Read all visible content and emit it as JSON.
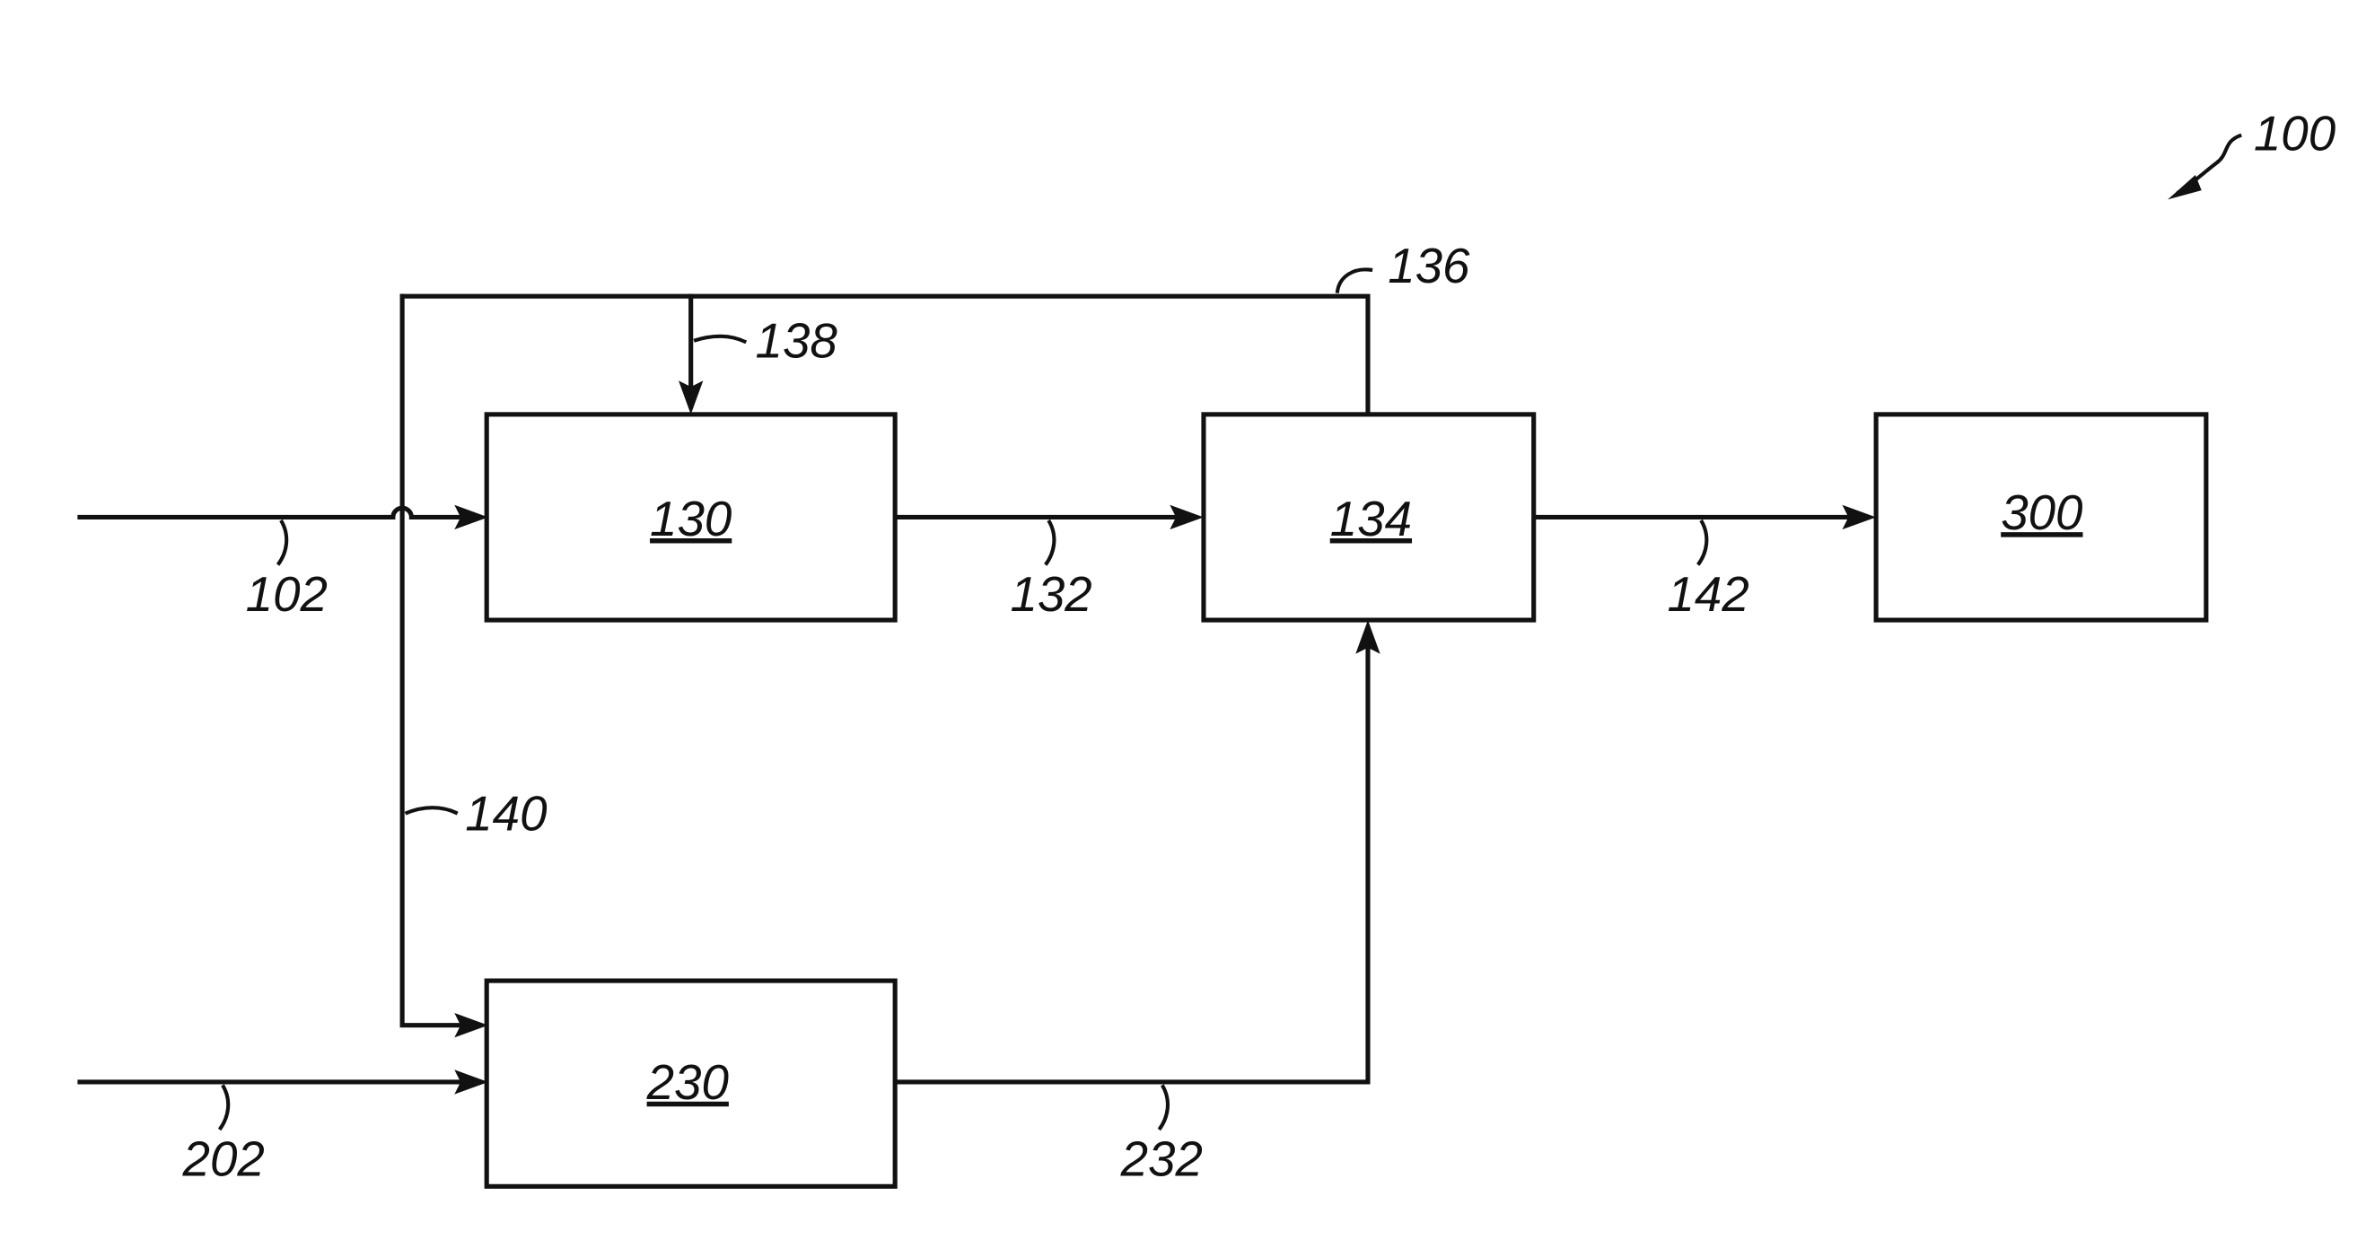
{
  "figure": {
    "ref": "100"
  },
  "boxes": {
    "b130": "130",
    "b134": "134",
    "b300": "300",
    "b230": "230"
  },
  "streams": {
    "s102": "102",
    "s132": "132",
    "s136": "136",
    "s138": "138",
    "s140": "140",
    "s142": "142",
    "s202": "202",
    "s232": "232"
  }
}
